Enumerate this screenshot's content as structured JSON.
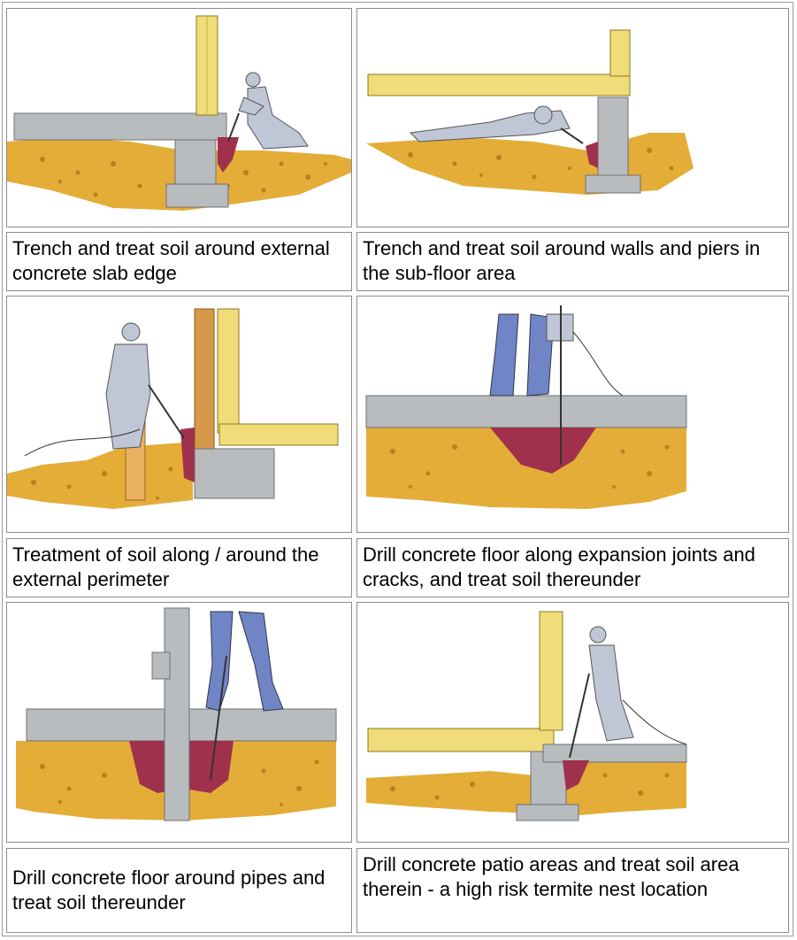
{
  "captions": [
    "Trench and treat soil around external concrete slab edge",
    "Trench and treat soil around walls and piers in the sub-floor area",
    "Treatment of soil along / around the external perimeter",
    "Drill concrete floor along expansion joints and cracks, and treat soil thereunder",
    "Drill concrete floor around pipes and treat soil thereunder",
    "Drill concrete patio areas and treat soil area therein - a high risk termite nest location"
  ],
  "colors": {
    "soil": "#e3ad38",
    "soil_dark": "#b9801e",
    "concrete": "#b8bcbf",
    "timber": "#f0dc78",
    "treated": "#a0314c",
    "worker": "#bfc6d6",
    "jeans": "#6f85c6"
  }
}
